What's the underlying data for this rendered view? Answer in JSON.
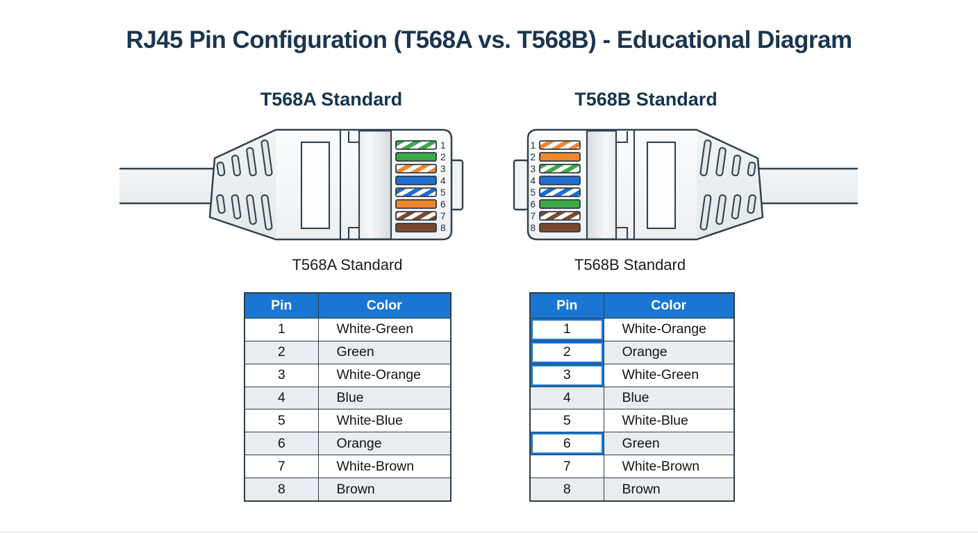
{
  "page": {
    "title": "RJ45 Pin Configuration (T568A vs. T568B) - Educational Diagram",
    "title_color": "#1b3550",
    "background": "#ffffff"
  },
  "palette": {
    "accent_blue": "#1a76d2",
    "outline": "#31414b",
    "wire_green": "#3da844",
    "wire_orange": "#f1872b",
    "wire_blue": "#1e6ed0",
    "wire_brown": "#7a4a2b",
    "stripe_white": "#ffffff",
    "row_alt": "#e9ecf0"
  },
  "sections": {
    "a": {
      "heading": "T568A Standard",
      "caption": "T568A Standard"
    },
    "b": {
      "heading": "T568B Standard",
      "caption": "T568B Standard"
    }
  },
  "connectors": {
    "a": {
      "pins": [
        {
          "n": "1",
          "color_name": "White-Green",
          "fill": "url(#ps-green)"
        },
        {
          "n": "2",
          "color_name": "Green",
          "fill": "#3da844"
        },
        {
          "n": "3",
          "color_name": "White-Orange",
          "fill": "url(#ps-orange)"
        },
        {
          "n": "4",
          "color_name": "Blue",
          "fill": "#1e6ed0"
        },
        {
          "n": "5",
          "color_name": "White-Blue",
          "fill": "url(#ps-blue)"
        },
        {
          "n": "6",
          "color_name": "Orange",
          "fill": "#f1872b"
        },
        {
          "n": "7",
          "color_name": "White-Brown",
          "fill": "url(#ps-brown)"
        },
        {
          "n": "8",
          "color_name": "Brown",
          "fill": "#7a4a2b"
        }
      ]
    },
    "b": {
      "pins": [
        {
          "n": "1",
          "color_name": "White-Orange",
          "fill": "url(#ps-orange)"
        },
        {
          "n": "2",
          "color_name": "Orange",
          "fill": "#f1872b"
        },
        {
          "n": "3",
          "color_name": "White-Green",
          "fill": "url(#ps-green)"
        },
        {
          "n": "4",
          "color_name": "Blue",
          "fill": "#1e6ed0"
        },
        {
          "n": "5",
          "color_name": "White-Blue",
          "fill": "url(#ps-blue)"
        },
        {
          "n": "6",
          "color_name": "Green",
          "fill": "#3da844"
        },
        {
          "n": "7",
          "color_name": "White-Brown",
          "fill": "url(#ps-brown)"
        },
        {
          "n": "8",
          "color_name": "Brown",
          "fill": "#7a4a2b"
        }
      ]
    }
  },
  "tables": {
    "a": {
      "headers": {
        "pin": "Pin",
        "color": "Color"
      },
      "rows": [
        {
          "pin": "1",
          "color": "White-Green",
          "highlighted": false
        },
        {
          "pin": "2",
          "color": "Green",
          "highlighted": false
        },
        {
          "pin": "3",
          "color": "White-Orange",
          "highlighted": false
        },
        {
          "pin": "4",
          "color": "Blue",
          "highlighted": false
        },
        {
          "pin": "5",
          "color": "White-Blue",
          "highlighted": false
        },
        {
          "pin": "6",
          "color": "Orange",
          "highlighted": false
        },
        {
          "pin": "7",
          "color": "White-Brown",
          "highlighted": false
        },
        {
          "pin": "8",
          "color": "Brown",
          "highlighted": false
        }
      ]
    },
    "b": {
      "headers": {
        "pin": "Pin",
        "color": "Color"
      },
      "rows": [
        {
          "pin": "1",
          "color": "White-Orange",
          "highlighted": true
        },
        {
          "pin": "2",
          "color": "Orange",
          "highlighted": true
        },
        {
          "pin": "3",
          "color": "White-Green",
          "highlighted": true
        },
        {
          "pin": "4",
          "color": "Blue",
          "highlighted": false
        },
        {
          "pin": "5",
          "color": "White-Blue",
          "highlighted": false
        },
        {
          "pin": "6",
          "color": "Green",
          "highlighted": true
        },
        {
          "pin": "7",
          "color": "White-Brown",
          "highlighted": false
        },
        {
          "pin": "8",
          "color": "Brown",
          "highlighted": false
        }
      ]
    }
  }
}
